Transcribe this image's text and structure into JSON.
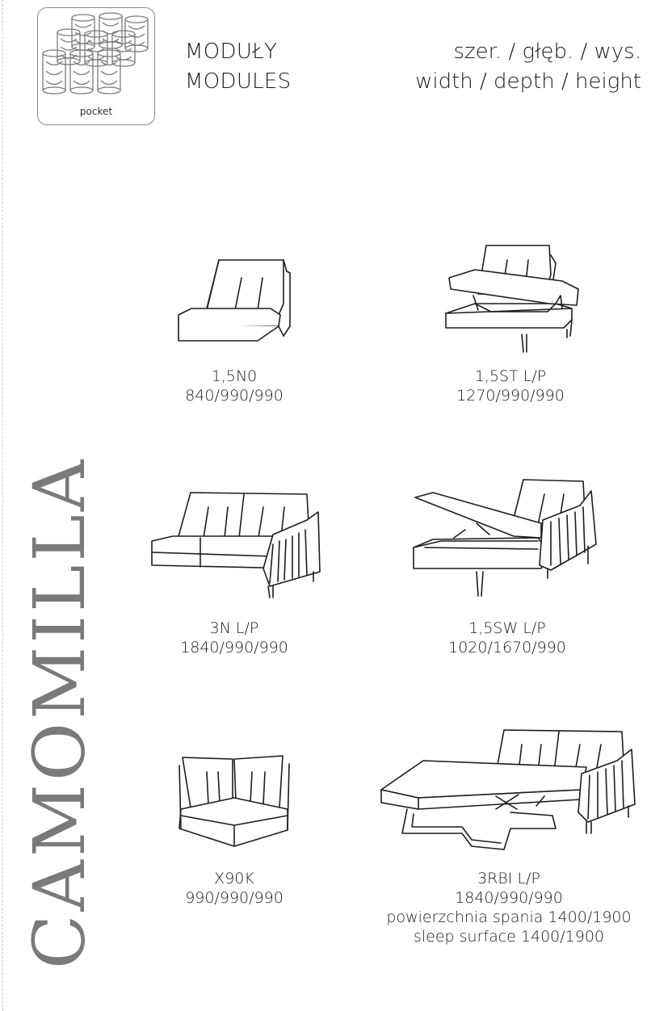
{
  "badge": {
    "label": "pocket",
    "icon": "pocket-spring-icon"
  },
  "header": {
    "modules_pl": "MODUŁY",
    "modules_en": "MODULES",
    "dims_pl": "szer. / głęb. / wys.",
    "dims_en": "width / depth / height"
  },
  "collection_name": "CAMOMILLA",
  "modules": [
    {
      "code": "1,5N0",
      "dims": "840/990/990"
    },
    {
      "code": "1,5ST L/P",
      "dims": "1270/990/990"
    },
    {
      "code": "3N L/P",
      "dims": "1840/990/990"
    },
    {
      "code": "1,5SW L/P",
      "dims": "1020/1670/990"
    },
    {
      "code": "X90K",
      "dims": "990/990/990"
    },
    {
      "code": "3RBI L/P",
      "dims": "1840/990/990",
      "extra_pl": "powierzchnia spania 1400/1900",
      "extra_en": "sleep surface 1400/1900"
    }
  ]
}
